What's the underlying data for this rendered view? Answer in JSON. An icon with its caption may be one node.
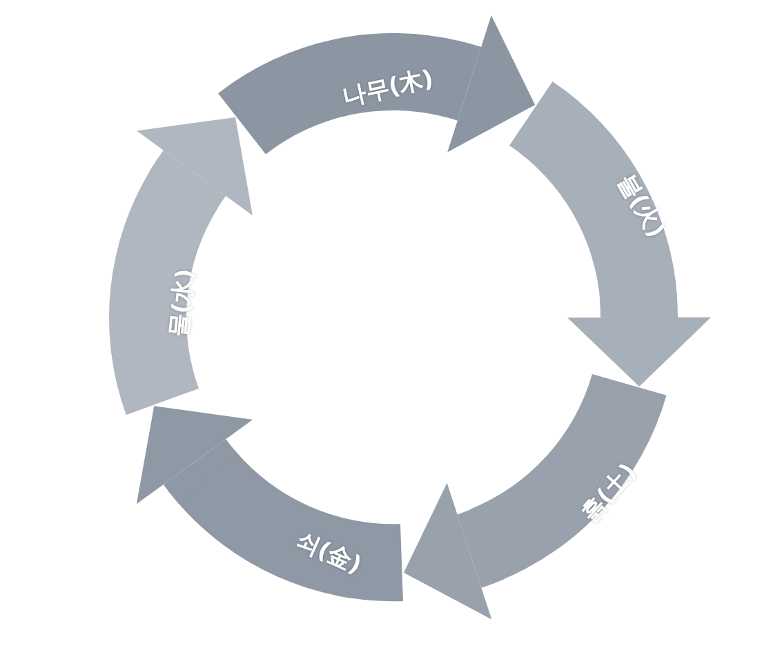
{
  "diagram": {
    "nodes": [
      {
        "text": [
          "나무(木)"
        ]
      },
      {
        "text": [
          "불(火)"
        ]
      },
      {
        "text": [
          "흙(土)"
        ]
      },
      {
        "text": [
          "쇠(金)"
        ]
      },
      {
        "text": [
          "물(水)"
        ]
      }
    ],
    "edges": [
      {
        "from": 0,
        "to": 1,
        "arrow": "to"
      },
      {
        "from": 1,
        "to": 2,
        "arrow": "to"
      },
      {
        "from": 2,
        "to": 3,
        "arrow": "to"
      },
      {
        "from": 3,
        "to": 4,
        "arrow": "to"
      },
      {
        "from": 4,
        "to": 0,
        "arrow": "to"
      }
    ]
  }
}
